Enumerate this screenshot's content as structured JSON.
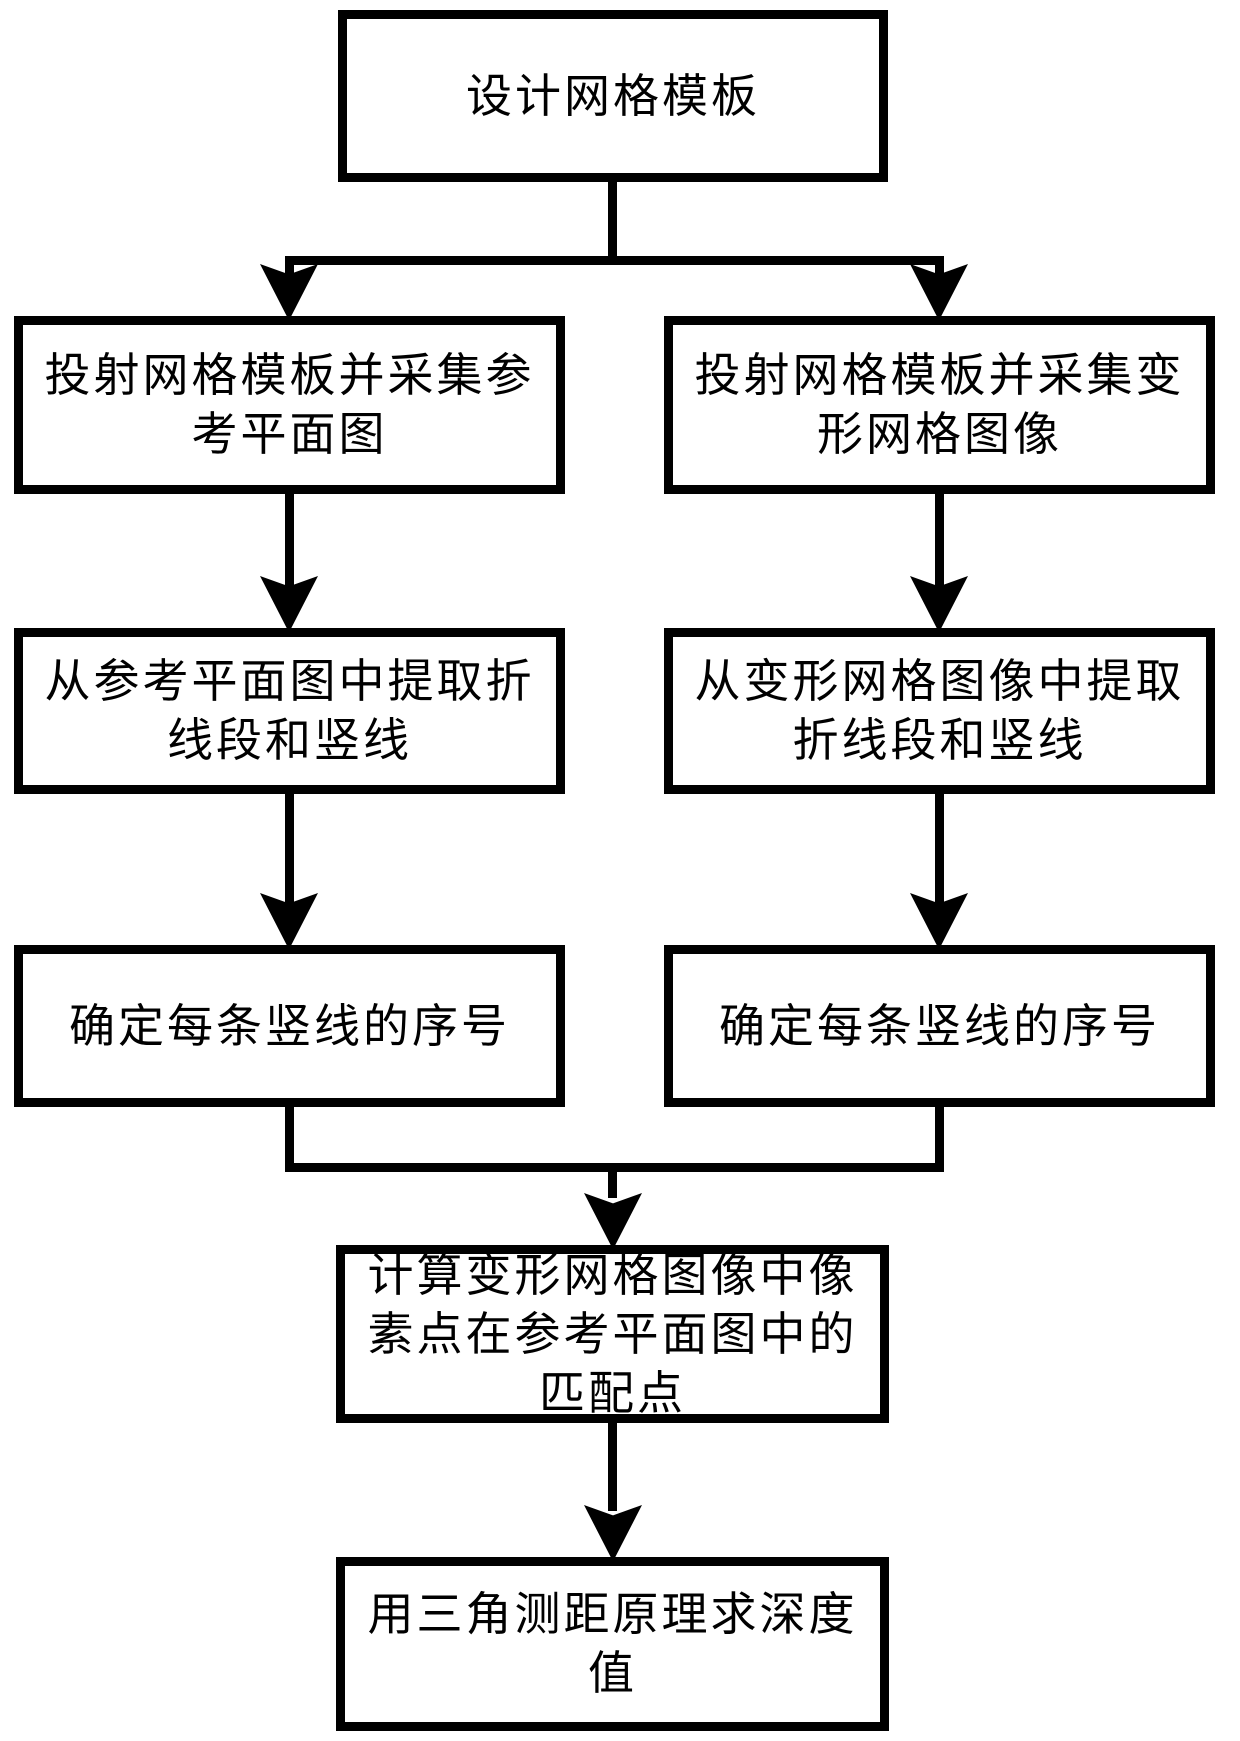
{
  "diagram": {
    "type": "flowchart",
    "colors": {
      "background": "#ffffff",
      "line": "#000000",
      "text": "#000000"
    },
    "nodes": {
      "design_grid_template": {
        "label": "设计网格模板"
      },
      "capture_reference_plane": {
        "label": "投射网格模板并采集参\n考平面图"
      },
      "capture_deformed_grid": {
        "label": "投射网格模板并采集变\n形网格图像"
      },
      "extract_reference_lines": {
        "label": "从参考平面图中提取折\n线段和竖线"
      },
      "extract_deformed_lines": {
        "label": "从变形网格图像中提取\n折线段和竖线"
      },
      "index_reference_lines": {
        "label": "确定每条竖线的序号"
      },
      "index_deformed_lines": {
        "label": "确定每条竖线的序号"
      },
      "compute_matching_points": {
        "label": "计算变形网格图像中像\n素点在参考平面图中的\n匹配点"
      },
      "triangulate_depth": {
        "label": "用三角测距原理求深度\n值"
      }
    }
  }
}
